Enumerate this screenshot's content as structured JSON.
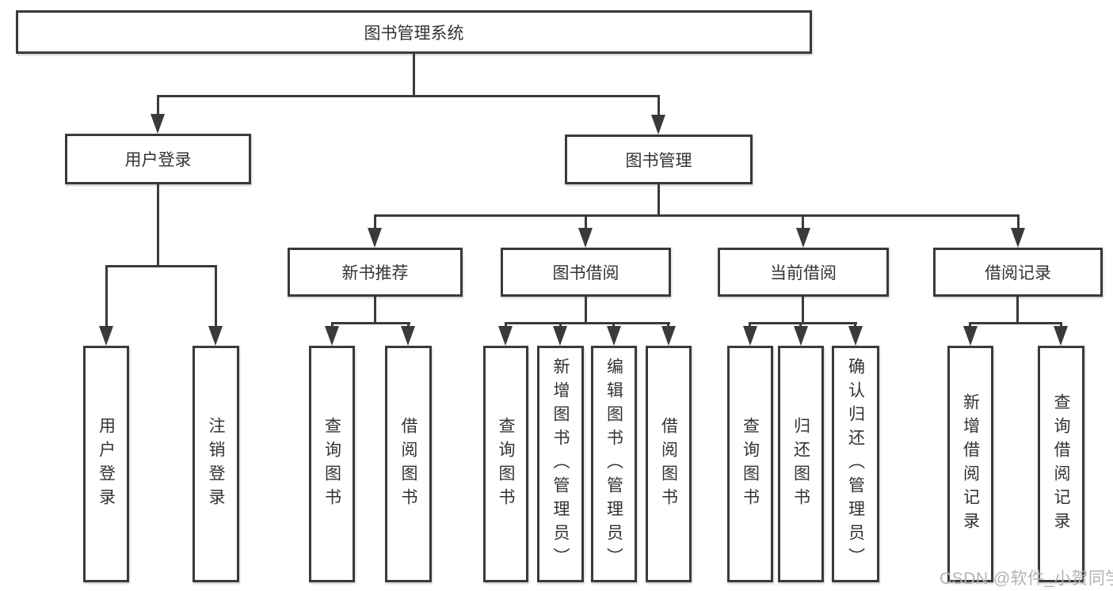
{
  "diagram": {
    "root": {
      "label": "图书管理系统",
      "children": [
        {
          "label": "用户登录",
          "children": [
            {
              "label": "用户登录"
            },
            {
              "label": "注销登录"
            }
          ]
        },
        {
          "label": "图书管理",
          "children": [
            {
              "label": "新书推荐",
              "children": [
                {
                  "label": "查询图书"
                },
                {
                  "label": "借阅图书"
                }
              ]
            },
            {
              "label": "图书借阅",
              "children": [
                {
                  "label": "查询图书"
                },
                {
                  "label": "新增图书（管理员）"
                },
                {
                  "label": "编辑图书（管理员）"
                },
                {
                  "label": "借阅图书"
                }
              ]
            },
            {
              "label": "当前借阅",
              "children": [
                {
                  "label": "查询图书"
                },
                {
                  "label": "归还图书"
                },
                {
                  "label": "确认归还（管理员）"
                }
              ]
            },
            {
              "label": "借阅记录",
              "children": [
                {
                  "label": "新增借阅记录"
                },
                {
                  "label": "查询借阅记录"
                }
              ]
            }
          ]
        }
      ]
    }
  },
  "watermark": {
    "text": "CSDN @软件_小贺同学"
  },
  "colors": {
    "line": "#3a3a3a",
    "box_border": "#3a3a3a",
    "text": "#333333",
    "background": "#ffffff",
    "watermark": "#b3b3b3"
  }
}
